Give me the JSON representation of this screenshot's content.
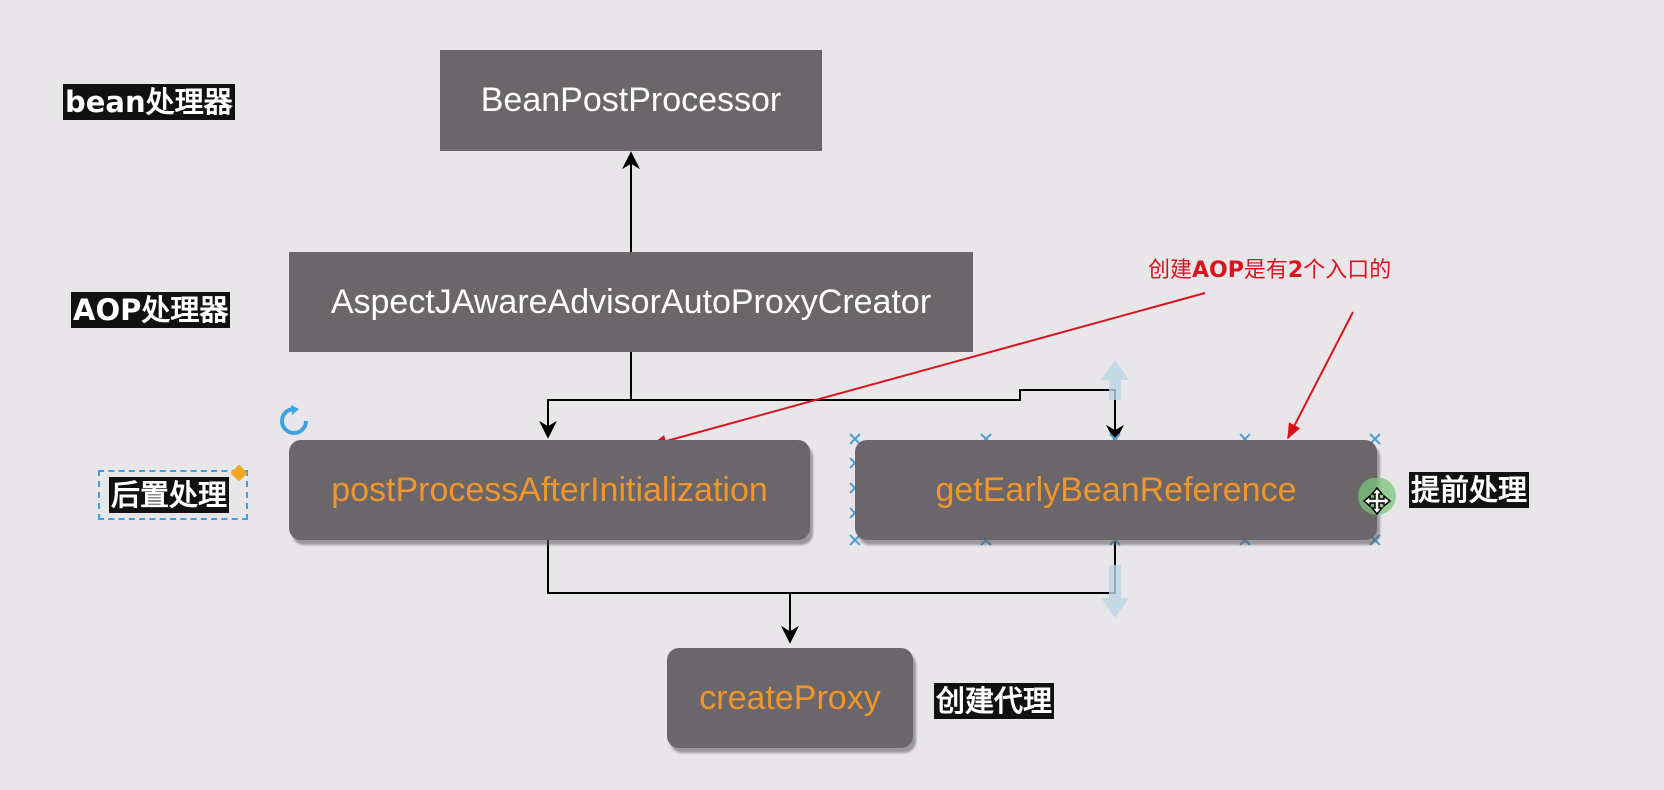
{
  "nodes": {
    "bean_post_processor": "BeanPostProcessor",
    "aspectj_creator": "AspectJAwareAdvisorAutoProxyCreator",
    "post_process_after": "postProcessAfterInitialization",
    "get_early_bean_reference": "getEarlyBeanReference",
    "create_proxy": "createProxy"
  },
  "labels": {
    "bean_processor": "bean处理器",
    "aop_processor": "AOP处理器",
    "post_processing": "后置处理",
    "early_processing": "提前处理",
    "create_proxy": "创建代理"
  },
  "annotation": {
    "prefix": "创建",
    "aop": "AOP",
    "middle": "是有",
    "count": "2",
    "suffix": "个入口的"
  },
  "colors": {
    "background": "#e9e6ea",
    "node_fill": "#6a6669",
    "node_text_white": "#ffffff",
    "node_text_orange": "#f0962a",
    "annotation_red": "#d8141d",
    "selection_blue": "#3aa3e0"
  },
  "icons": {
    "rotate": "rotate-icon",
    "move": "move-icon",
    "resize_handle": "resize-handle-icon"
  }
}
